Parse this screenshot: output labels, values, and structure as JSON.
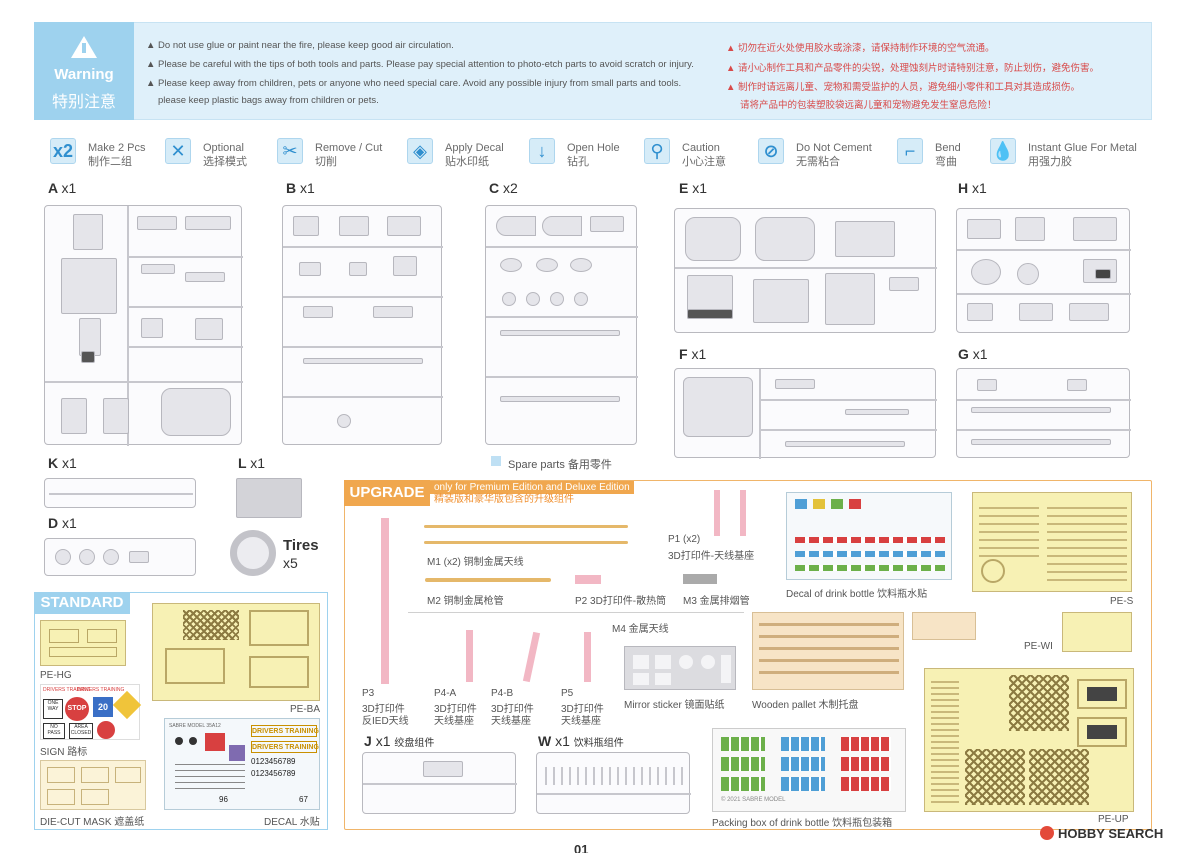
{
  "warning": {
    "title_en": "Warning",
    "title_cn": "特别注意",
    "en_lines": [
      "▲ Do not use glue or paint near the fire, please keep good air circulation.",
      "▲ Please be careful with the tips of both tools and parts. Please pay special attention to photo-etch parts to avoid scratch or injury.",
      "▲ Please keep away from children, pets or anyone who need special care. Avoid any possible injury from small parts and tools.",
      "please keep plastic bags away from children or pets."
    ],
    "cn_lines": [
      "▲ 切勿在近火处使用胶水或涂漆，请保持制作环境的空气流通。",
      "▲ 请小心制作工具和产品零件的尖锐，处理蚀刻片时请特别注意，防止划伤，避免伤害。",
      "▲ 制作时请远离儿童、宠物和需受监护的人员，避免细小零件和工具对其造成损伤。",
      "请将产品中的包装塑胶袋远离儿童和宠物避免发生窒息危险！"
    ]
  },
  "legend": [
    {
      "icon": "x2",
      "en": "Make 2 Pcs",
      "cn": "制作二组"
    },
    {
      "icon": "✕",
      "en": "Optional",
      "cn": "选择模式"
    },
    {
      "icon": "✂",
      "en": "Remove / Cut",
      "cn": "切削"
    },
    {
      "icon": "◈",
      "en": "Apply Decal",
      "cn": "贴水印纸"
    },
    {
      "icon": "↓",
      "en": "Open Hole",
      "cn": "钻孔"
    },
    {
      "icon": "⚲",
      "en": "Caution",
      "cn": "小心注意"
    },
    {
      "icon": "⊘",
      "en": "Do Not Cement",
      "cn": "无需粘合"
    },
    {
      "icon": "⌐",
      "en": "Bend",
      "cn": "弯曲"
    },
    {
      "icon": "💧",
      "en": "Instant Glue For Metal",
      "cn": "用强力胶"
    }
  ],
  "sprues": {
    "A": {
      "letter": "A",
      "qty": "x1"
    },
    "B": {
      "letter": "B",
      "qty": "x1"
    },
    "C": {
      "letter": "C",
      "qty": "x2"
    },
    "E": {
      "letter": "E",
      "qty": "x1"
    },
    "H": {
      "letter": "H",
      "qty": "x1"
    },
    "F": {
      "letter": "F",
      "qty": "x1"
    },
    "G": {
      "letter": "G",
      "qty": "x1"
    },
    "K": {
      "letter": "K",
      "qty": "x1"
    },
    "L": {
      "letter": "L",
      "qty": "x1"
    },
    "D": {
      "letter": "D",
      "qty": "x1"
    }
  },
  "spare_parts": "Spare parts 备用零件",
  "tires": {
    "label": "Tires",
    "qty": "x5"
  },
  "upgrade": {
    "badge": "UPGRADE",
    "sub_en": "only for Premium Edition and Deluxe Edition",
    "sub_cn": "精装版和豪华版包含的升级组件",
    "m1": "M1 (x2) 铜制金属天线",
    "m2": "M2 铜制金属枪管",
    "p2": "P2 3D打印件-散热筒",
    "m3": "M3 金属排烟管",
    "m4": "M4 金属天线",
    "p1_a": "P1 (x2)",
    "p1_b": "3D打印件-天线基座",
    "decal_drink": "Decal of drink bottle 饮料瓶水贴",
    "pe_s": "PE-S",
    "pe_wi": "PE-WI",
    "mirror": "Mirror sticker 镜面贴纸",
    "pallet": "Wooden pallet 木制托盘",
    "p3_a": "P3",
    "p3_b": "3D打印件",
    "p3_c": "反IED天线",
    "p4a_a": "P4-A",
    "p4a_b": "3D打印件",
    "p4a_c": "天线基座",
    "p4b_a": "P4-B",
    "p4b_b": "3D打印件",
    "p4b_c": "天线基座",
    "p5_a": "P5",
    "p5_b": "3D打印件",
    "p5_c": "天线基座",
    "j": {
      "letter": "J",
      "qty": "x1",
      "cn": "绞盘组件"
    },
    "w": {
      "letter": "W",
      "qty": "x1",
      "cn": "饮料瓶组件"
    },
    "packing": "Packing box of drink bottle 饮料瓶包装箱",
    "pe_up": "PE-UP",
    "brand_small": "© 2021 SABRE MODEL"
  },
  "standard": {
    "badge": "STANDARD",
    "pe_hg": "PE-HG",
    "pe_ba": "PE-BA",
    "sign": "SIGN 路标",
    "die_cut": "DIE-CUT MASK 遮盖纸",
    "decal": "DECAL 水贴",
    "sign_texts": [
      "DRIVERS TRAINING",
      "DRIVERS TRAINING",
      "ONE WAY",
      "STOP",
      "20",
      "NO PASS",
      "AREA CLOSED"
    ],
    "decal_texts": [
      "SABRE MODEL 35A12",
      "DRIVERS TRAINING",
      "DRIVERS TRAINING",
      "0123456789",
      "0123456789",
      "96",
      "67"
    ]
  },
  "footer": {
    "page": "01",
    "hobby": "HOBBY SEARCH"
  }
}
